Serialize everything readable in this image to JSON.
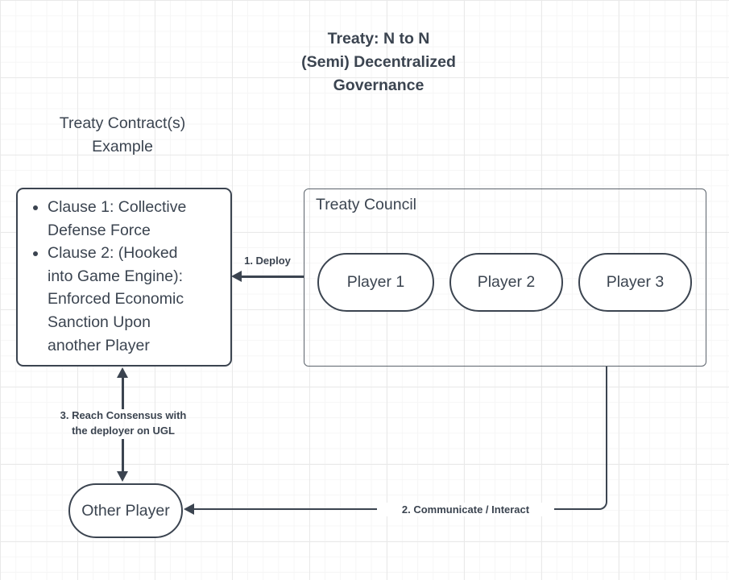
{
  "colors": {
    "stroke": "#3b4450",
    "text": "#3b4450",
    "council-border": "#5c636c",
    "node-fill": "#ffffff",
    "grid-minor": "#f6f6f6",
    "grid-major": "#e9e9e9"
  },
  "diagram": {
    "title": "Treaty: N to N\n(Semi) Decentralized\nGovernance",
    "contract_label": "Treaty Contract(s)\nExample",
    "clauses": [
      "Clause 1: Collective\nDefense Force",
      "Clause 2: (Hooked\ninto Game Engine):\nEnforced Economic\nSanction Upon\nanother Player"
    ],
    "council": {
      "label": "Treaty Council",
      "members": [
        {
          "label": "Player 1"
        },
        {
          "label": "Player 2"
        },
        {
          "label": "Player 3"
        }
      ]
    },
    "other_player": {
      "label": "Other Player"
    },
    "edges": {
      "deploy": {
        "label": "1. Deploy"
      },
      "communicate": {
        "label": "2. Communicate / Interact"
      },
      "consensus": {
        "label": "3. Reach Consensus with\nthe deployer on UGL"
      }
    }
  }
}
